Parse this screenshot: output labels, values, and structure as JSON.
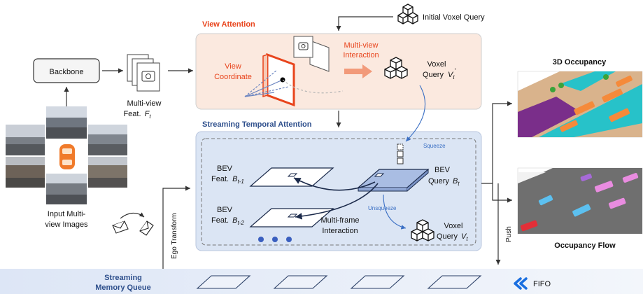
{
  "initial_query": "Initial Voxel Query",
  "view_attention": {
    "title": "View Attention",
    "view_coord_1": "View",
    "view_coord_2": "Coordinate",
    "mv_interaction_1": "Multi-view",
    "mv_interaction_2": "Interaction",
    "voxel_query_1": "Voxel",
    "voxel_query_2": "Query",
    "voxel_query_sym": "V",
    "voxel_query_sub": "t",
    "voxel_query_prime": "′"
  },
  "backbone": "Backbone",
  "mv_feat_1": "Multi-view",
  "mv_feat_2": "Feat.",
  "mv_feat_sym": "F",
  "mv_feat_sub": "t",
  "input_1": "Input Multi-",
  "input_2": "view Images",
  "ego_transform": "Ego Transform",
  "streaming_temporal": {
    "title": "Streaming Temporal Attention",
    "bev1_1": "BEV",
    "bev1_2": "Feat.",
    "bev1_sym": "B",
    "bev1_sub": "t-1",
    "bev2_1": "BEV",
    "bev2_2": "Feat.",
    "bev2_sym": "B",
    "bev2_sub": "t-2",
    "bevq_1": "BEV",
    "bevq_2": "Query",
    "bevq_sym": "B",
    "bevq_sub": "t",
    "squeeze": "Squeeze",
    "unsqueeze": "Unsqueeze",
    "mf_1": "Multi-frame",
    "mf_2": "Interaction",
    "voxel_1": "Voxel",
    "voxel_2": "Query",
    "voxel_sym": "V",
    "voxel_sub": "t"
  },
  "push": "Push",
  "memory_queue_1": "Streaming",
  "memory_queue_2": "Memory Queue",
  "fifo": "FIFO",
  "occupancy_title": "3D Occupancy",
  "flow_title": "Occupancy Flow",
  "colors": {
    "accent_red": "#e8441c",
    "view_attention_bg": "#fbe9df",
    "temporal_bg": "#dbe5f4",
    "queue_bg": "#e3eaf7",
    "fifo_blue": "#1a6fe0"
  }
}
